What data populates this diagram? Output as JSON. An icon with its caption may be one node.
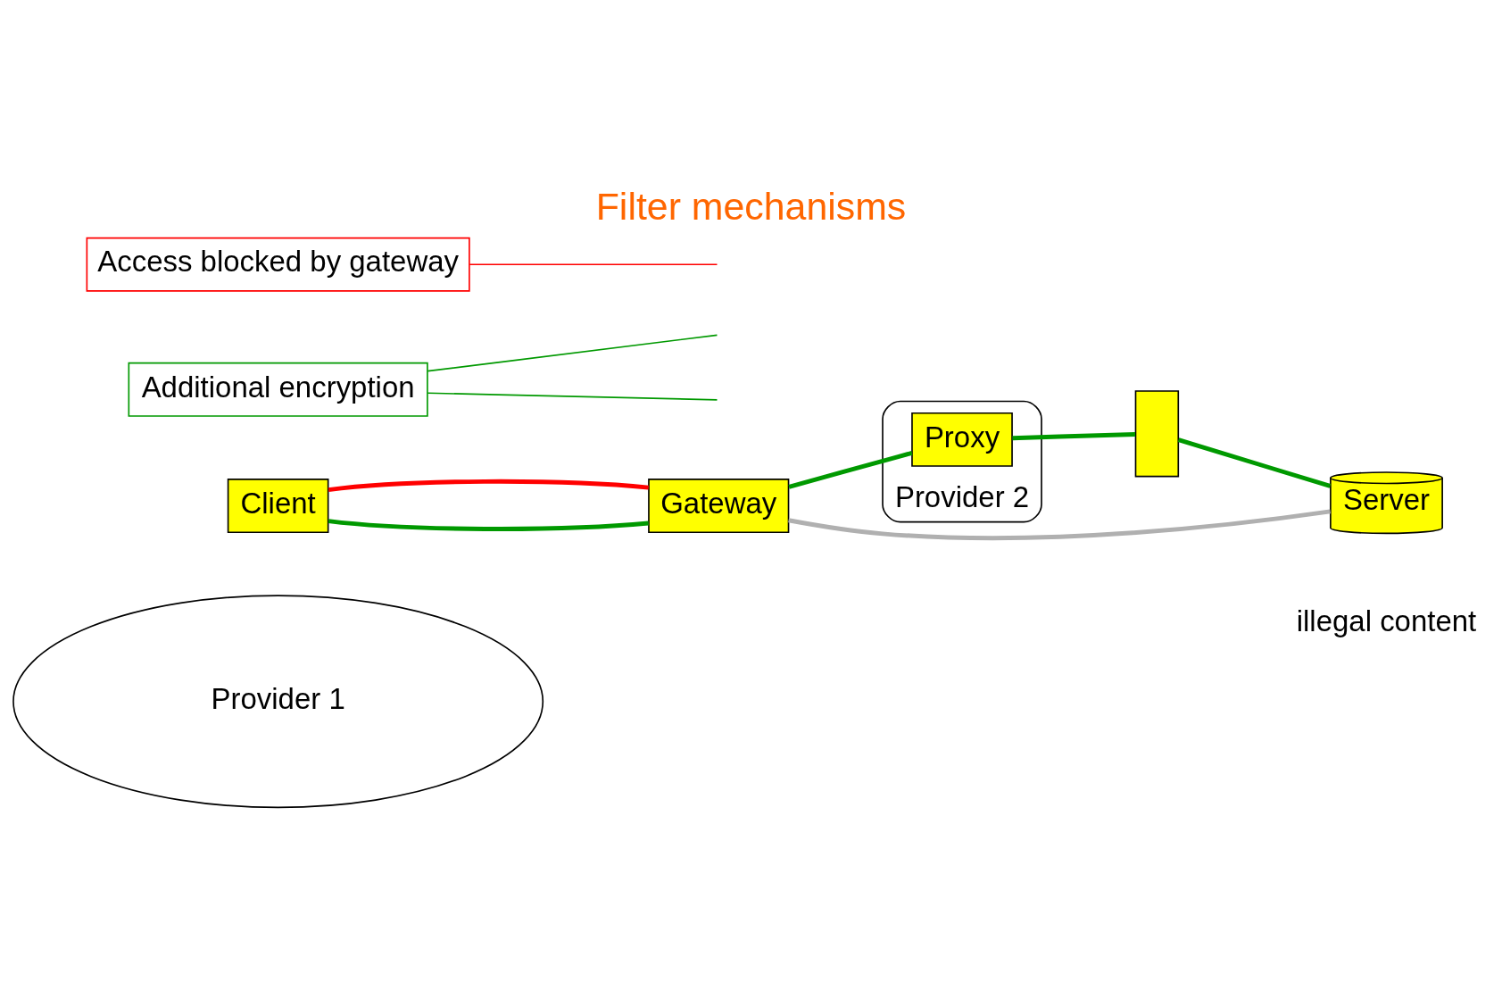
{
  "diagram": {
    "title": "Filter mechanisms",
    "nodes": [
      {
        "text": [
          "Provider 1"
        ]
      },
      {
        "text": [
          "Client"
        ]
      },
      {
        "text": [
          "Gateway"
        ]
      },
      {
        "text": [
          "Provider 2"
        ]
      },
      {
        "text": [
          "Proxy"
        ],
        "in": 3
      },
      {
        "text": [],
        "shape": "box"
      },
      {
        "text": [
          "Server"
        ],
        "beside": [
          "illegal content"
        ]
      },
      {
        "text": [
          "Additional encryption"
        ]
      },
      {
        "text": [
          "Access blocked by gateway"
        ]
      }
    ],
    "edges": [
      {
        "from": 1,
        "to": 2,
        "arrow": "none"
      },
      {
        "from": 1,
        "to": 2,
        "arrow": "none",
        "color": "#ff0000"
      },
      {
        "from": 2,
        "to": 4,
        "arrow": "none"
      },
      {
        "from": 4,
        "to": 5,
        "arrow": "none"
      },
      {
        "from": 5,
        "to": 6,
        "arrow": "none"
      },
      {
        "from": 2,
        "to": 6,
        "arrow": "none",
        "color": "#b0b0b0"
      },
      {
        "from": 7,
        "to": null,
        "arrow": "none"
      },
      {
        "from": 7,
        "to": null,
        "arrow": "none"
      },
      {
        "from": 8,
        "to": null,
        "arrow": "none",
        "color": "#ff0000"
      }
    ]
  }
}
